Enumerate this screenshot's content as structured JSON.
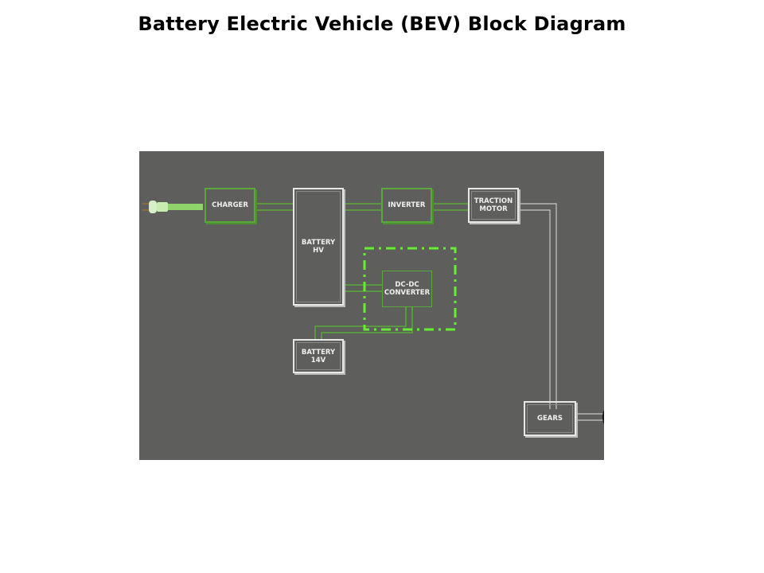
{
  "title": "Battery Electric Vehicle (BEV) Block Diagram",
  "diagram": {
    "colors": {
      "background": "#5e5e5c",
      "power_path": "#5aa83a",
      "mechanical_path": "#e8e8e8",
      "highlight": "#66ee33"
    },
    "blocks": {
      "charger": "CHARGER",
      "battery_hv": "BATTERY\nHV",
      "inverter": "INVERTER",
      "traction_motor": "TRACTION\nMOTOR",
      "dcdc_converter": "DC-DC\nCONVERTER",
      "battery_14v": "BATTERY\n14V",
      "gears": "GEARS"
    },
    "icons": {
      "plug": "power-plug-icon",
      "wheel": "wheel-icon"
    },
    "connections": [
      {
        "from": "plug",
        "to": "charger",
        "type": "electrical"
      },
      {
        "from": "charger",
        "to": "battery_hv",
        "type": "electrical"
      },
      {
        "from": "battery_hv",
        "to": "inverter",
        "type": "electrical"
      },
      {
        "from": "inverter",
        "to": "traction_motor",
        "type": "electrical"
      },
      {
        "from": "battery_hv",
        "to": "dcdc_converter",
        "type": "electrical"
      },
      {
        "from": "dcdc_converter",
        "to": "battery_14v",
        "type": "electrical"
      },
      {
        "from": "traction_motor",
        "to": "gears",
        "type": "mechanical"
      },
      {
        "from": "gears",
        "to": "wheel",
        "type": "mechanical"
      }
    ],
    "highlighted_block": "dcdc_converter"
  }
}
